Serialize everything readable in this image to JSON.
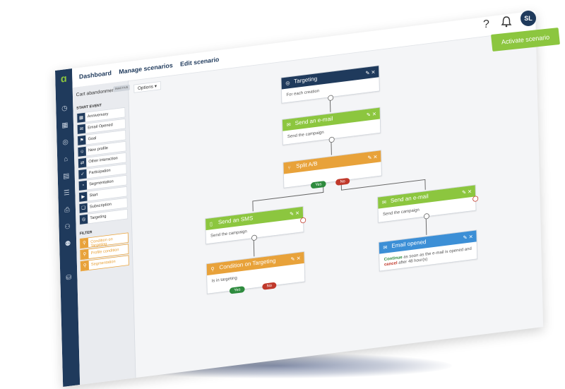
{
  "header": {
    "help": "?",
    "avatar_initials": "SL",
    "activate_label": "Activate scenario",
    "breadcrumbs": [
      "Dashboard",
      "Manage scenarios",
      "Edit scenario"
    ]
  },
  "scenario": {
    "name": "Cart abandonment",
    "badge": "INACTIVE",
    "options_label": "Options"
  },
  "start_event": {
    "title": "START EVENT",
    "items": [
      "Anniversary",
      "Email Opened",
      "Goal",
      "New profile",
      "Other interaction",
      "Participation",
      "Segmentation",
      "Start",
      "Subscription",
      "Targeting"
    ]
  },
  "filter": {
    "title": "FILTER",
    "items": [
      "Condition on Targeting",
      "Profile condition",
      "Segmentation"
    ]
  },
  "nodes": {
    "targeting": {
      "title": "Targeting",
      "body": "For each creation"
    },
    "send_email_1": {
      "title": "Send an e-mail",
      "body": "Send the campaign"
    },
    "split": {
      "title": "Split A/B"
    },
    "yes": "Yes",
    "no": "No",
    "send_sms": {
      "title": "Send an SMS",
      "body": "Send the campaign"
    },
    "send_email_2": {
      "title": "Send an e-mail",
      "body": "Send the campaign"
    },
    "condition": {
      "title": "Condition on Targeting",
      "body": "Is in targeting"
    },
    "cond_yes": "Yes",
    "cond_no": "No",
    "email_opened": {
      "title": "Email opened",
      "continue": "Continue",
      "continue_rest": " as soon as the e-mail is opened and",
      "cancel": "cancel",
      "cancel_rest": " after 48 hour(s)"
    }
  },
  "colors": {
    "navy": "#1f3a5c",
    "green": "#8cc63f",
    "orange": "#e8a23a",
    "blue": "#3c8fd6",
    "yes": "#2e8b3e",
    "no": "#c0392b"
  }
}
